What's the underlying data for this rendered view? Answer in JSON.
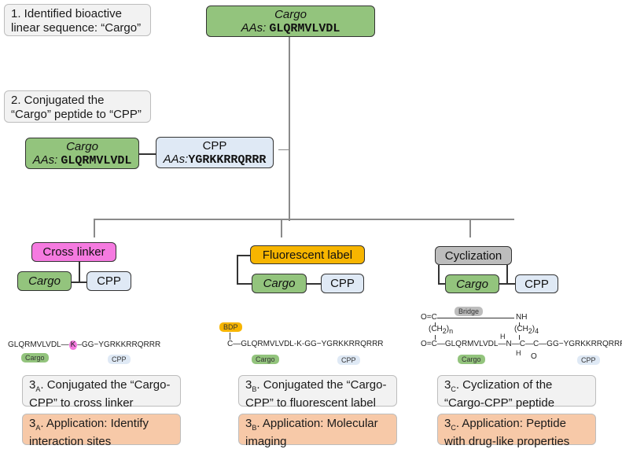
{
  "steps": {
    "step1": {
      "line1": "1. Identified bioactive",
      "line2": "linear sequence: “Cargo”"
    },
    "step2": {
      "line1": "2. Conjugated the",
      "line2": "“Cargo” peptide to “CPP”"
    }
  },
  "top_node": {
    "title": "Cargo",
    "aas_label": "AAs:",
    "sequence": "GLQRMVLVDL"
  },
  "conjugate": {
    "cargo": {
      "title": "Cargo",
      "aas_label": "AAs:",
      "sequence": "GLQRMVLVDL"
    },
    "cpp": {
      "title": "CPP",
      "aas_label": "AAs:",
      "sequence": "YGRKKRRQRRR"
    }
  },
  "branches": [
    {
      "modifier": "Cross linker",
      "cargo": "Cargo",
      "cpp": "CPP",
      "structure": {
        "cargo_seq": "GLQRMVLVDL",
        "linker": "K",
        "spacer": "GG",
        "cpp_seq": "YGRKKRRQRRR",
        "cargo_tag": "Cargo",
        "cpp_tag": "CPP"
      },
      "desc": {
        "num": "3",
        "sub": "A",
        "text1": ". Conjugated the “Cargo-",
        "text2": "CPP” to cross linker"
      },
      "app": {
        "num": "3",
        "sub": "A",
        "text1": ". Application: Identify",
        "text2": "interaction sites"
      }
    },
    {
      "modifier": "Fluorescent label",
      "cargo": "Cargo",
      "cpp": "CPP",
      "structure": {
        "label": "BDP",
        "anchor": "C",
        "cargo_seq": "GLQRMVLVDL",
        "linker": "K",
        "spacer": "GG",
        "cpp_seq": "YGRKKRRQRRR",
        "cargo_tag": "Cargo",
        "cpp_tag": "CPP"
      },
      "desc": {
        "num": "3",
        "sub": "B",
        "text1": ". Conjugated the “Cargo-",
        "text2": "CPP” to fluorescent label"
      },
      "app": {
        "num": "3",
        "sub": "B",
        "text1": ". Application: Molecular",
        "text2": "imaging"
      }
    },
    {
      "modifier": "Cyclization",
      "cargo": "Cargo",
      "cpp": "CPP",
      "structure": {
        "bridge": "Bridge",
        "oc": "O=C",
        "nh": "NH",
        "ch2n": "(CH",
        "ch2n_sub1": "2",
        "ch2n_sub2": "n",
        "ch24": "(CH",
        "ch24_sub1": "2",
        "ch24_sub2": "4",
        "cargo_seq": "GLQRMVLVDL",
        "n": "N",
        "h": "H",
        "c": "C",
        "o": "O",
        "spacer": "GG",
        "cpp_seq": "YGRKKRRQRRR",
        "cargo_tag": "Cargo",
        "cpp_tag": "CPP"
      },
      "desc": {
        "num": "3",
        "sub": "C",
        "text1": ". Cyclization of the",
        "text2": "“Cargo-CPP” peptide"
      },
      "app": {
        "num": "3",
        "sub": "C",
        "text1": ". Application: Peptide",
        "text2": "with drug-like properties"
      }
    }
  ]
}
